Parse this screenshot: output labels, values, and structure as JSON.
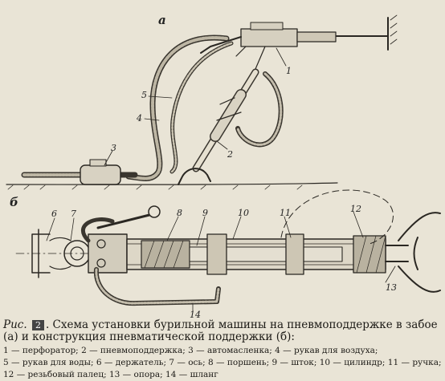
{
  "figure": {
    "panel_a": "а",
    "panel_b": "б",
    "numbers": [
      "1",
      "2",
      "3",
      "4",
      "5",
      "6",
      "7",
      "8",
      "9",
      "10",
      "11",
      "12",
      "13",
      "14"
    ]
  },
  "caption": {
    "prefix": "Рис.",
    "fig_number": "2",
    "title": ". Схема установки бурильной машины на пневмоподдержке в забое (а) и конструкция пневматической поддержки (б):",
    "legend": [
      {
        "n": "1",
        "text": "перфоратор;"
      },
      {
        "n": "2",
        "text": "пневмоподдержка;"
      },
      {
        "n": "3",
        "text": "автомасленка;"
      },
      {
        "n": "4",
        "text": "рукав для воздуха;"
      },
      {
        "n": "5",
        "text": "рукав для воды;"
      },
      {
        "n": "6",
        "text": "держатель;"
      },
      {
        "n": "7",
        "text": "ось;"
      },
      {
        "n": "8",
        "text": "поршень;"
      },
      {
        "n": "9",
        "text": "шток;"
      },
      {
        "n": "10",
        "text": "цилиндр;"
      },
      {
        "n": "11",
        "text": "ручка;"
      },
      {
        "n": "12",
        "text": "резьбовый палец;"
      },
      {
        "n": "13",
        "text": "опора;"
      },
      {
        "n": "14",
        "text": "шланг"
      }
    ]
  }
}
